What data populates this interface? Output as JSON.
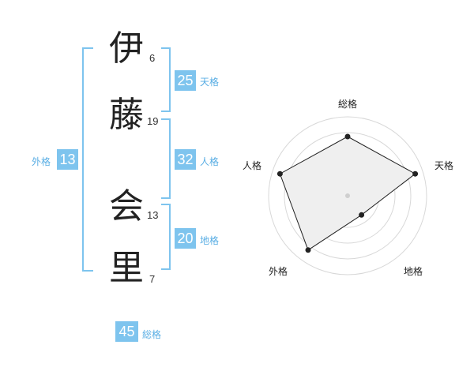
{
  "name": {
    "chars": [
      {
        "char": "伊",
        "strokes": "6"
      },
      {
        "char": "藤",
        "strokes": "19"
      },
      {
        "char": "会",
        "strokes": "13"
      },
      {
        "char": "里",
        "strokes": "7"
      }
    ]
  },
  "fortunes": {
    "tenkaku": {
      "value": "25",
      "label": "天格"
    },
    "jinkaku": {
      "value": "32",
      "label": "人格"
    },
    "chikaku": {
      "value": "20",
      "label": "地格"
    },
    "gaikaku": {
      "value": "13",
      "label": "外格"
    },
    "soukaku": {
      "value": "45",
      "label": "総格"
    }
  },
  "colors": {
    "accent": "#7ec4ee",
    "accent_text": "#5aaee4",
    "radar_fill": "#efefef",
    "radar_grid": "#d8d8d8"
  },
  "chart_data": {
    "type": "radar",
    "axes": [
      "総格",
      "天格",
      "地格",
      "外格",
      "人格"
    ],
    "values": [
      0.75,
      0.9,
      0.3,
      0.85,
      0.9
    ],
    "range": [
      0,
      1
    ],
    "rings": 5
  }
}
